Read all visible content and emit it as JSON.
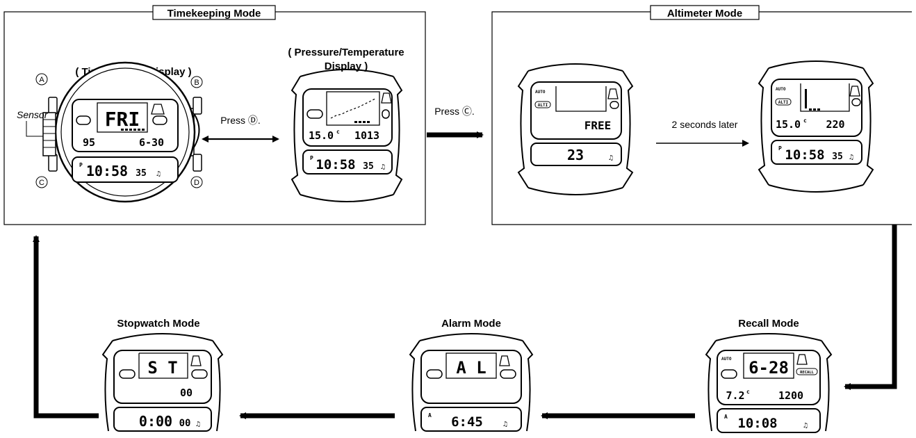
{
  "colors": {
    "ink": "#000000",
    "paper": "#ffffff"
  },
  "modes": {
    "timekeeping": {
      "title": "Timekeeping Mode",
      "timekeeping_display_label": "( Timekeeping Display )",
      "pressure_display_label_line1": "( Pressure/Temperature",
      "pressure_display_label_line2": "Display )",
      "sensor_label": "Sensor",
      "buttons": {
        "a": "A",
        "b": "B",
        "c": "C",
        "d": "D"
      },
      "press_d": "Press Ⓓ.",
      "watch1": {
        "day": "FRI",
        "year": "95",
        "date": "6-30",
        "pm": "P",
        "time": "10:58",
        "seconds": "35"
      },
      "watch2": {
        "temp": "15.0",
        "temp_unit": "c",
        "pressure": "1013",
        "pm": "P",
        "time": "10:58",
        "seconds": "35"
      }
    },
    "altimeter": {
      "title": "Altimeter Mode",
      "press_c": "Press Ⓒ.",
      "later": "2 seconds later",
      "watch1": {
        "auto": "AUTO",
        "alti": "ALTI",
        "free": "FREE",
        "bottom": "23"
      },
      "watch2": {
        "auto": "AUTO",
        "alti": "ALTI",
        "temp": "15.0",
        "temp_unit": "c",
        "altitude": "220",
        "pm": "P",
        "time": "10:58",
        "seconds": "35"
      }
    },
    "recall": {
      "title": "Recall Mode",
      "watch": {
        "auto": "AUTO",
        "top": "6-28",
        "recall": "RECALL",
        "temp": "7.2",
        "temp_unit": "c",
        "altitude": "1200",
        "am": "A",
        "time": "10:08"
      }
    },
    "alarm": {
      "title": "Alarm Mode",
      "watch": {
        "top": "A L",
        "am": "A",
        "time": "6:45"
      }
    },
    "stopwatch": {
      "title": "Stopwatch Mode",
      "watch": {
        "top": "S T",
        "mid": "00",
        "time": "0:00",
        "hundredths": "00"
      }
    }
  }
}
